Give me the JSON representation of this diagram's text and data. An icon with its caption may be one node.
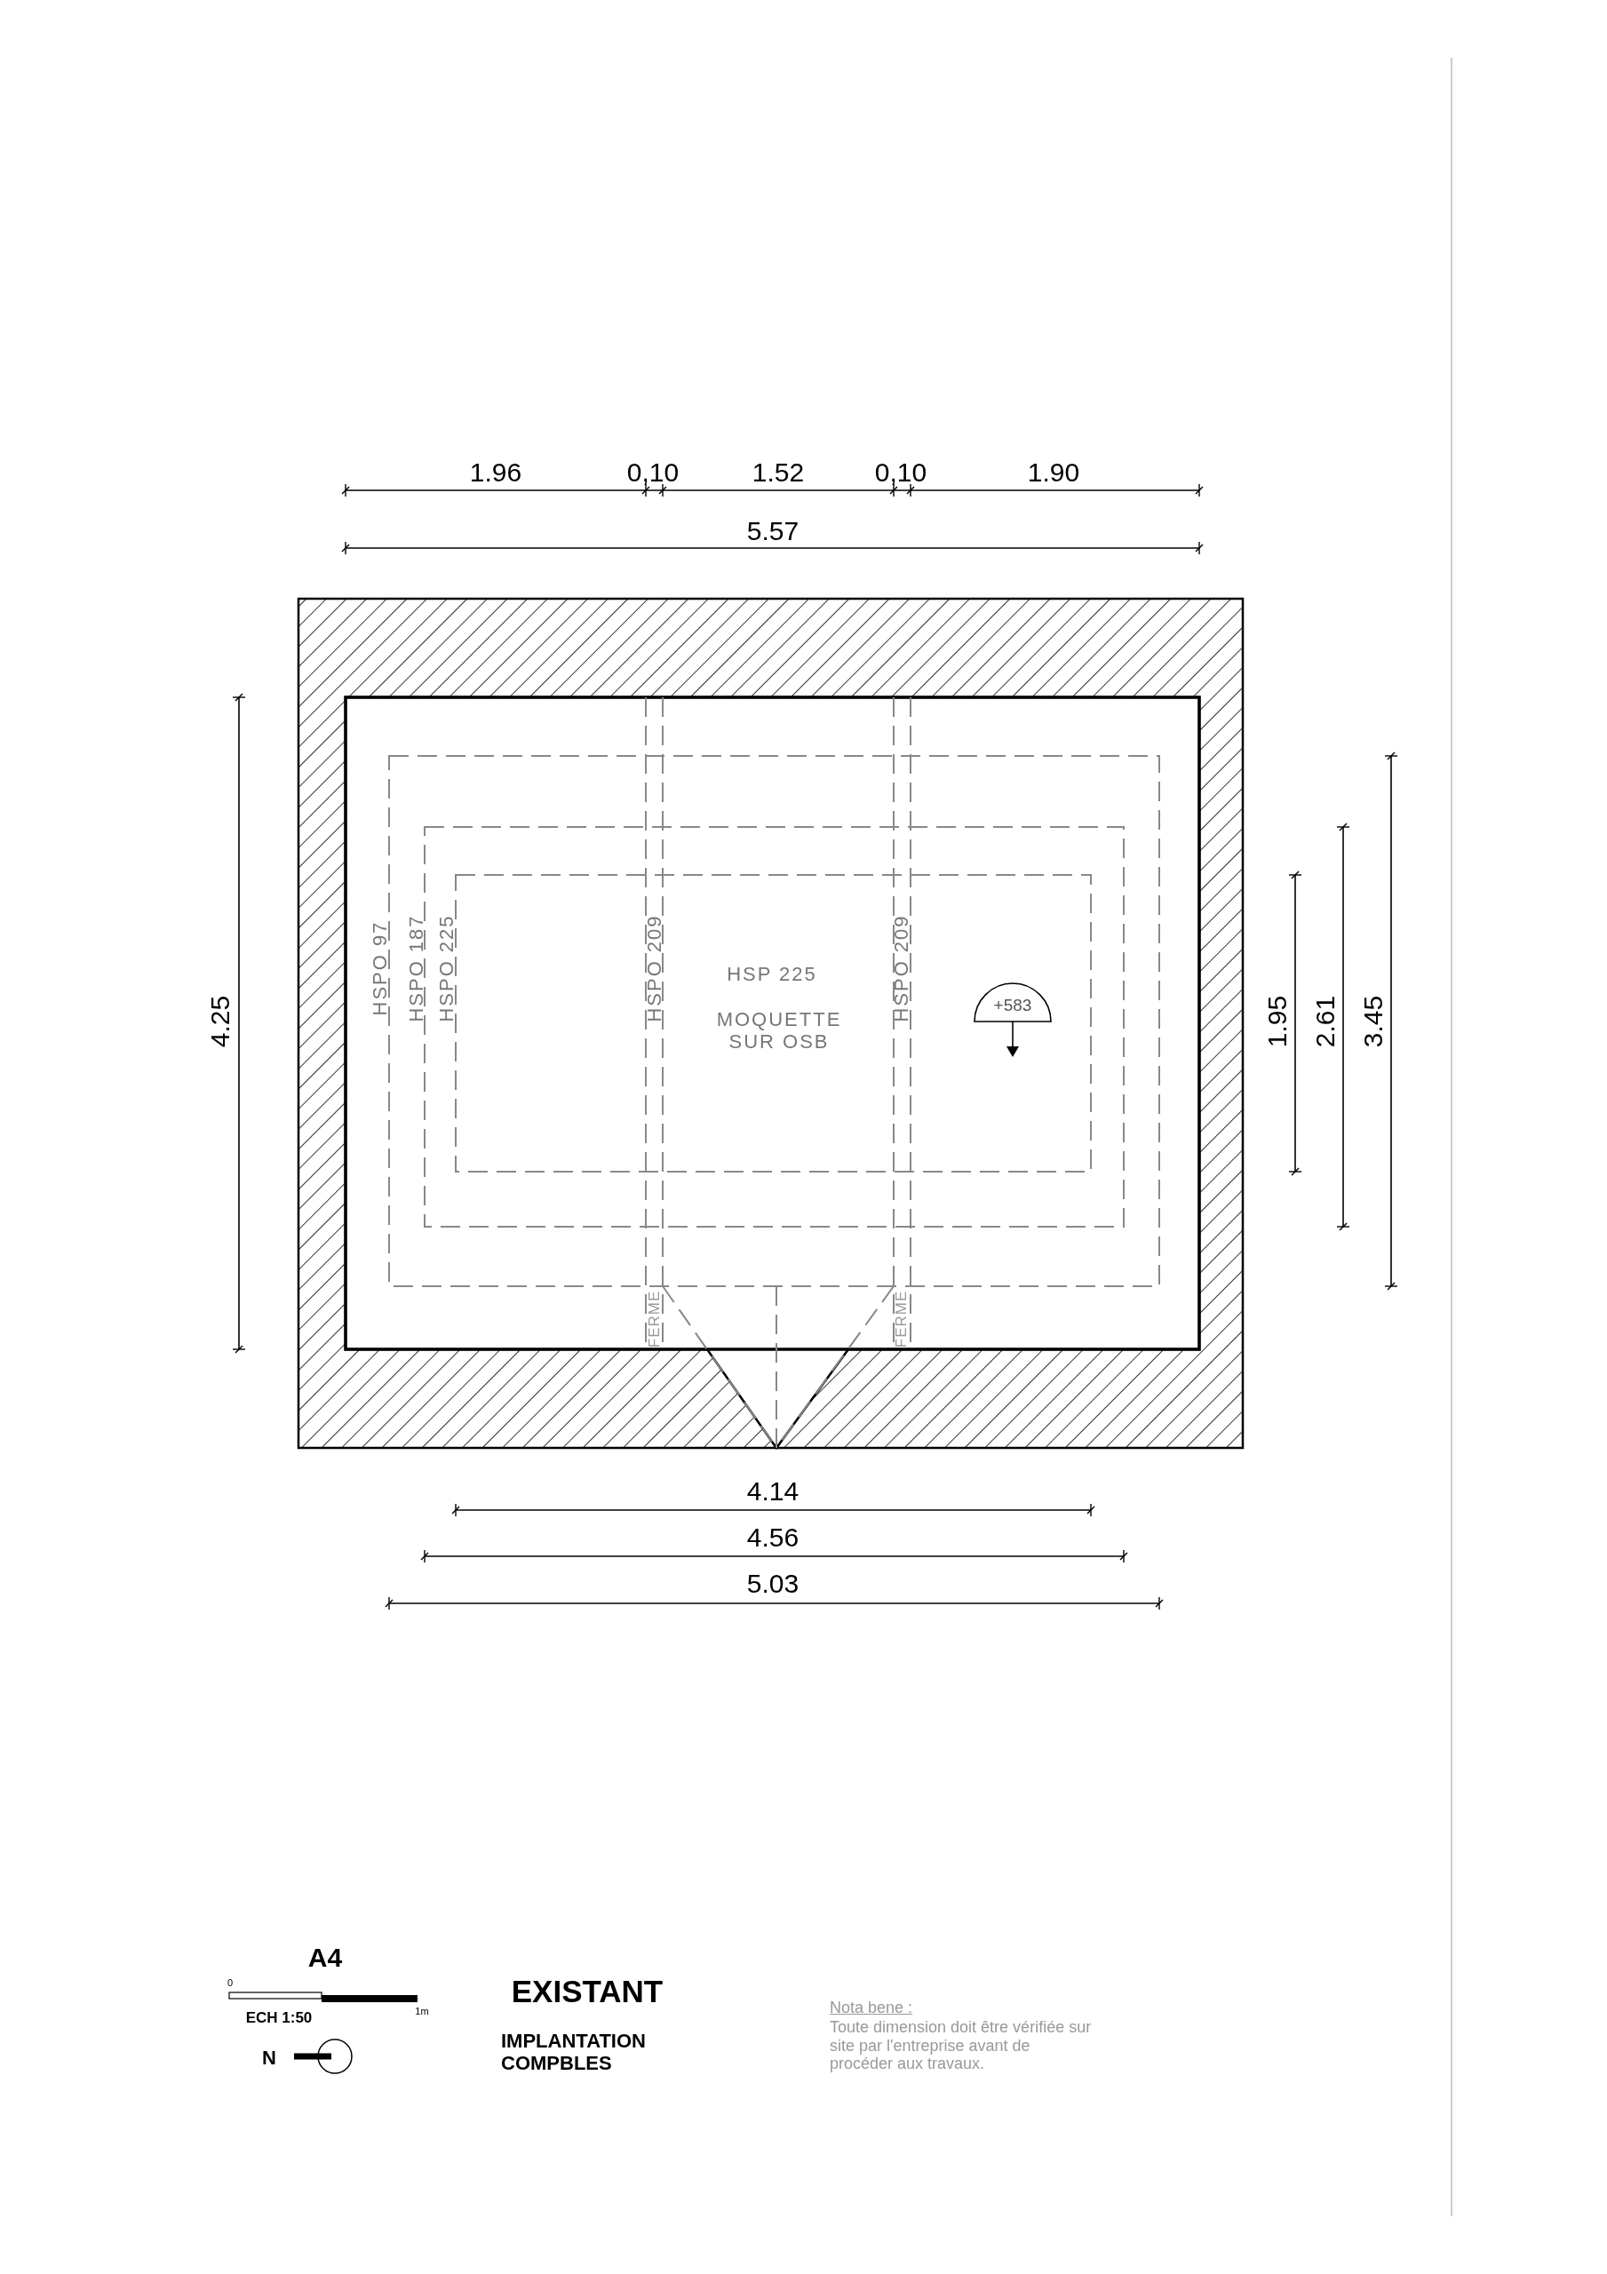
{
  "diagram": {
    "labels": [
      "1.96",
      "0,10",
      "1.52",
      "0,10",
      "1.90",
      "5.57",
      "4.25",
      "HSPO 97",
      "HSPO 187",
      "HSPO 225",
      "HSPO 209",
      "HSP 225",
      "MOQUETTE SUR OSB",
      "HSPO 209",
      "+583",
      "1.95",
      "2.61",
      "3.45",
      "FERME",
      "FERME",
      "4.14",
      "4.56",
      "5.03",
      "A4",
      "0",
      "1m",
      "ECH 1:50",
      "N",
      "EXISTANT",
      "IMPLANTATION COMPBLES",
      "Nota bene :",
      "Toute dimension doit être vérifiée sur site par l'entreprise avant de procéder aux travaux."
    ]
  }
}
